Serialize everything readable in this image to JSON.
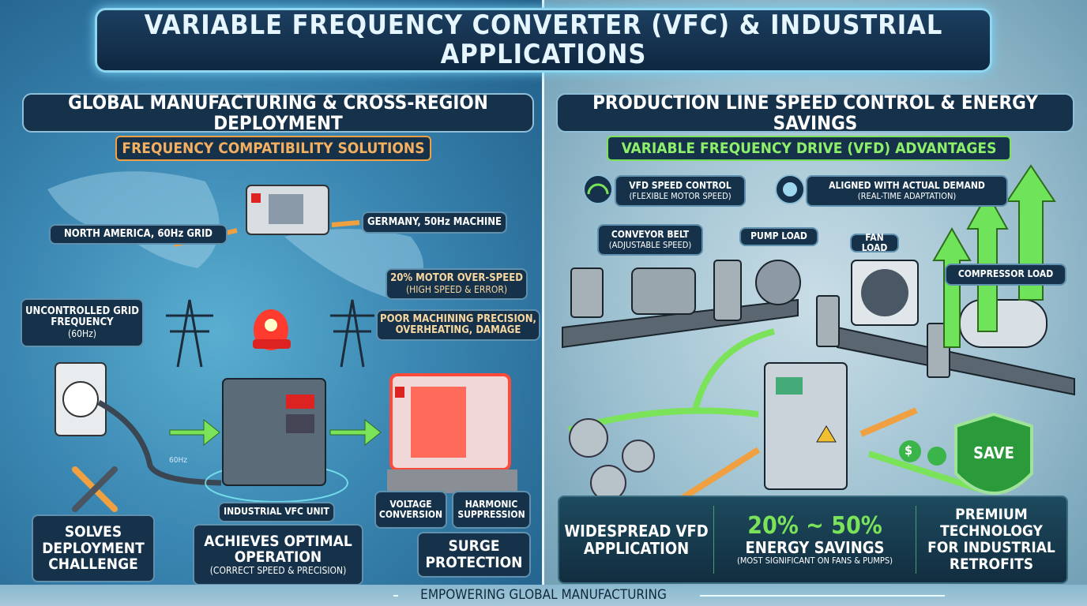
{
  "title": "VARIABLE FREQUENCY CONVERTER (VFC) & INDUSTRIAL APPLICATIONS",
  "left": {
    "heading": "GLOBAL MANUFACTURING & CROSS-REGION DEPLOYMENT",
    "subheading": "FREQUENCY COMPATIBILITY SOLUTIONS",
    "north_america": "NORTH AMERICA, 60Hz GRID",
    "germany": "GERMANY, 50Hz MACHINE",
    "grid_freq": {
      "title": "UNCONTROLLED GRID FREQUENCY",
      "sub": "(60Hz)"
    },
    "overspeed": {
      "title": "20% MOTOR OVER-SPEED",
      "sub": "(HIGH SPEED & ERROR)"
    },
    "poor": {
      "line1": "POOR MACHINING PRECISION,",
      "line2": "OVERHEATING, DAMAGE"
    },
    "cable_label": "60Hz",
    "vfc_unit": "INDUSTRIAL VFC UNIT",
    "solves": "SOLVES DEPLOYMENT CHALLENGE",
    "optimal": {
      "title": "ACHIEVES OPTIMAL OPERATION",
      "sub": "(CORRECT SPEED & PRECISION)"
    },
    "voltage": "VOLTAGE CONVERSION",
    "harmonic": "HARMONIC SUPPRESSION",
    "surge": "SURGE PROTECTION"
  },
  "right": {
    "heading": "PRODUCTION LINE SPEED CONTROL & ENERGY SAVINGS",
    "subheading": "VARIABLE FREQUENCY DRIVE (VFD) ADVANTAGES",
    "speed_control": {
      "title": "VFD SPEED CONTROL",
      "sub": "(FLEXIBLE MOTOR SPEED)"
    },
    "aligned": {
      "title": "ALIGNED WITH ACTUAL DEMAND",
      "sub": "(REAL-TIME ADAPTATION)"
    },
    "conveyor": {
      "title": "CONVEYOR BELT",
      "sub": "(ADJUSTABLE SPEED)"
    },
    "pump": "PUMP LOAD",
    "fan": "FAN LOAD",
    "compressor": "COMPRESSOR LOAD",
    "save_badge": "SAVE",
    "dollar": "$",
    "widespread": "WIDESPREAD VFD APPLICATION",
    "savings": {
      "range": "20% ~ 50%",
      "title": "ENERGY SAVINGS",
      "sub": "(MOST SIGNIFICANT ON FANS & PUMPS)"
    },
    "premium": "PREMIUM TECHNOLOGY FOR INDUSTRIAL RETROFITS"
  },
  "footer": "EMPOWERING GLOBAL MANUFACTURING",
  "colors": {
    "orange": "#f0a040",
    "green": "#7be35a",
    "navy": "#15324a",
    "alarm": "#ff3b2f"
  }
}
